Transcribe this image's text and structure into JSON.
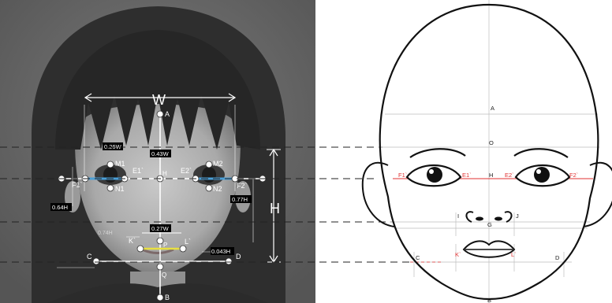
{
  "left_photo": {
    "width_label": "W",
    "height_label": "H",
    "points": {
      "A": "A",
      "H": "H",
      "B": "B",
      "C": "C",
      "D": "D",
      "E1": "E1`",
      "E2": "E2`",
      "F1": "F1`",
      "F2": "F2`",
      "M1": "M1",
      "M2": "M2",
      "N1": "N1",
      "N2": "N2",
      "K": "K`",
      "L": "L`",
      "P": "P",
      "Q": "Q"
    },
    "tags": {
      "t1": "0.26W",
      "t2": "0.43W",
      "t3": "0.64H",
      "t4": "0.77H",
      "t5": "0.27W",
      "t6": "0.043H"
    },
    "faint_label": "0.74H"
  },
  "right_drawing": {
    "points": {
      "A": "A",
      "O": "O",
      "H": "H",
      "G": "G",
      "B": "B",
      "I": "I",
      "J": "J",
      "C": "C",
      "D": "D",
      "K": "K`",
      "L": "L`",
      "E1": "E1`",
      "E2": "E2`",
      "F1": "F1`",
      "F2": "F2`"
    }
  },
  "colors": {
    "photo_bg": "#6a6a6a",
    "accent_red": "#e03030",
    "eye_blue": "#4a9fd8",
    "mouth_yellow": "#e8e040"
  }
}
